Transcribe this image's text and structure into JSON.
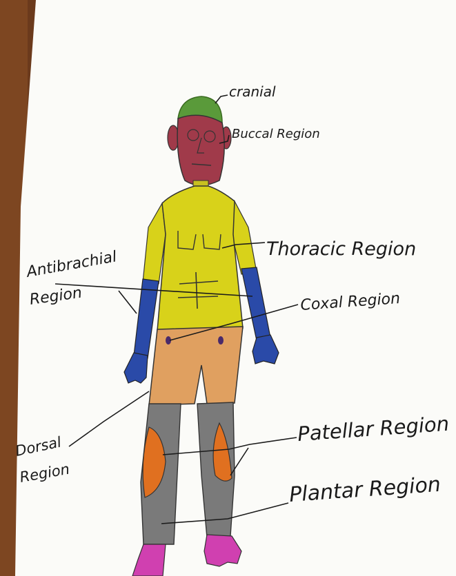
{
  "labels": {
    "cranial": "cranial",
    "buccal": "Buccal Region",
    "thoracic": "Thoracic Region",
    "antibrachial_line1": "Antibrachial",
    "antibrachial_line2": "Region",
    "coxal": "Coxal Region",
    "dorsal_line1": "Dorsal",
    "dorsal_line2": "Region",
    "patellar": "Patellar Region",
    "plantar": "Plantar Region"
  },
  "colors": {
    "table_wood": "#6b3a1c",
    "paper": "#fbfbf8",
    "hat": "#5a9a3a",
    "face": "#a03a4a",
    "torso": "#d8d21a",
    "arms": "#2a4aa8",
    "hips": "#e0a060",
    "legs_gray": "#7a7a7a",
    "kneecaps": "#e07020",
    "feet": "#d040b0",
    "pencil": "#1a1a1a"
  }
}
